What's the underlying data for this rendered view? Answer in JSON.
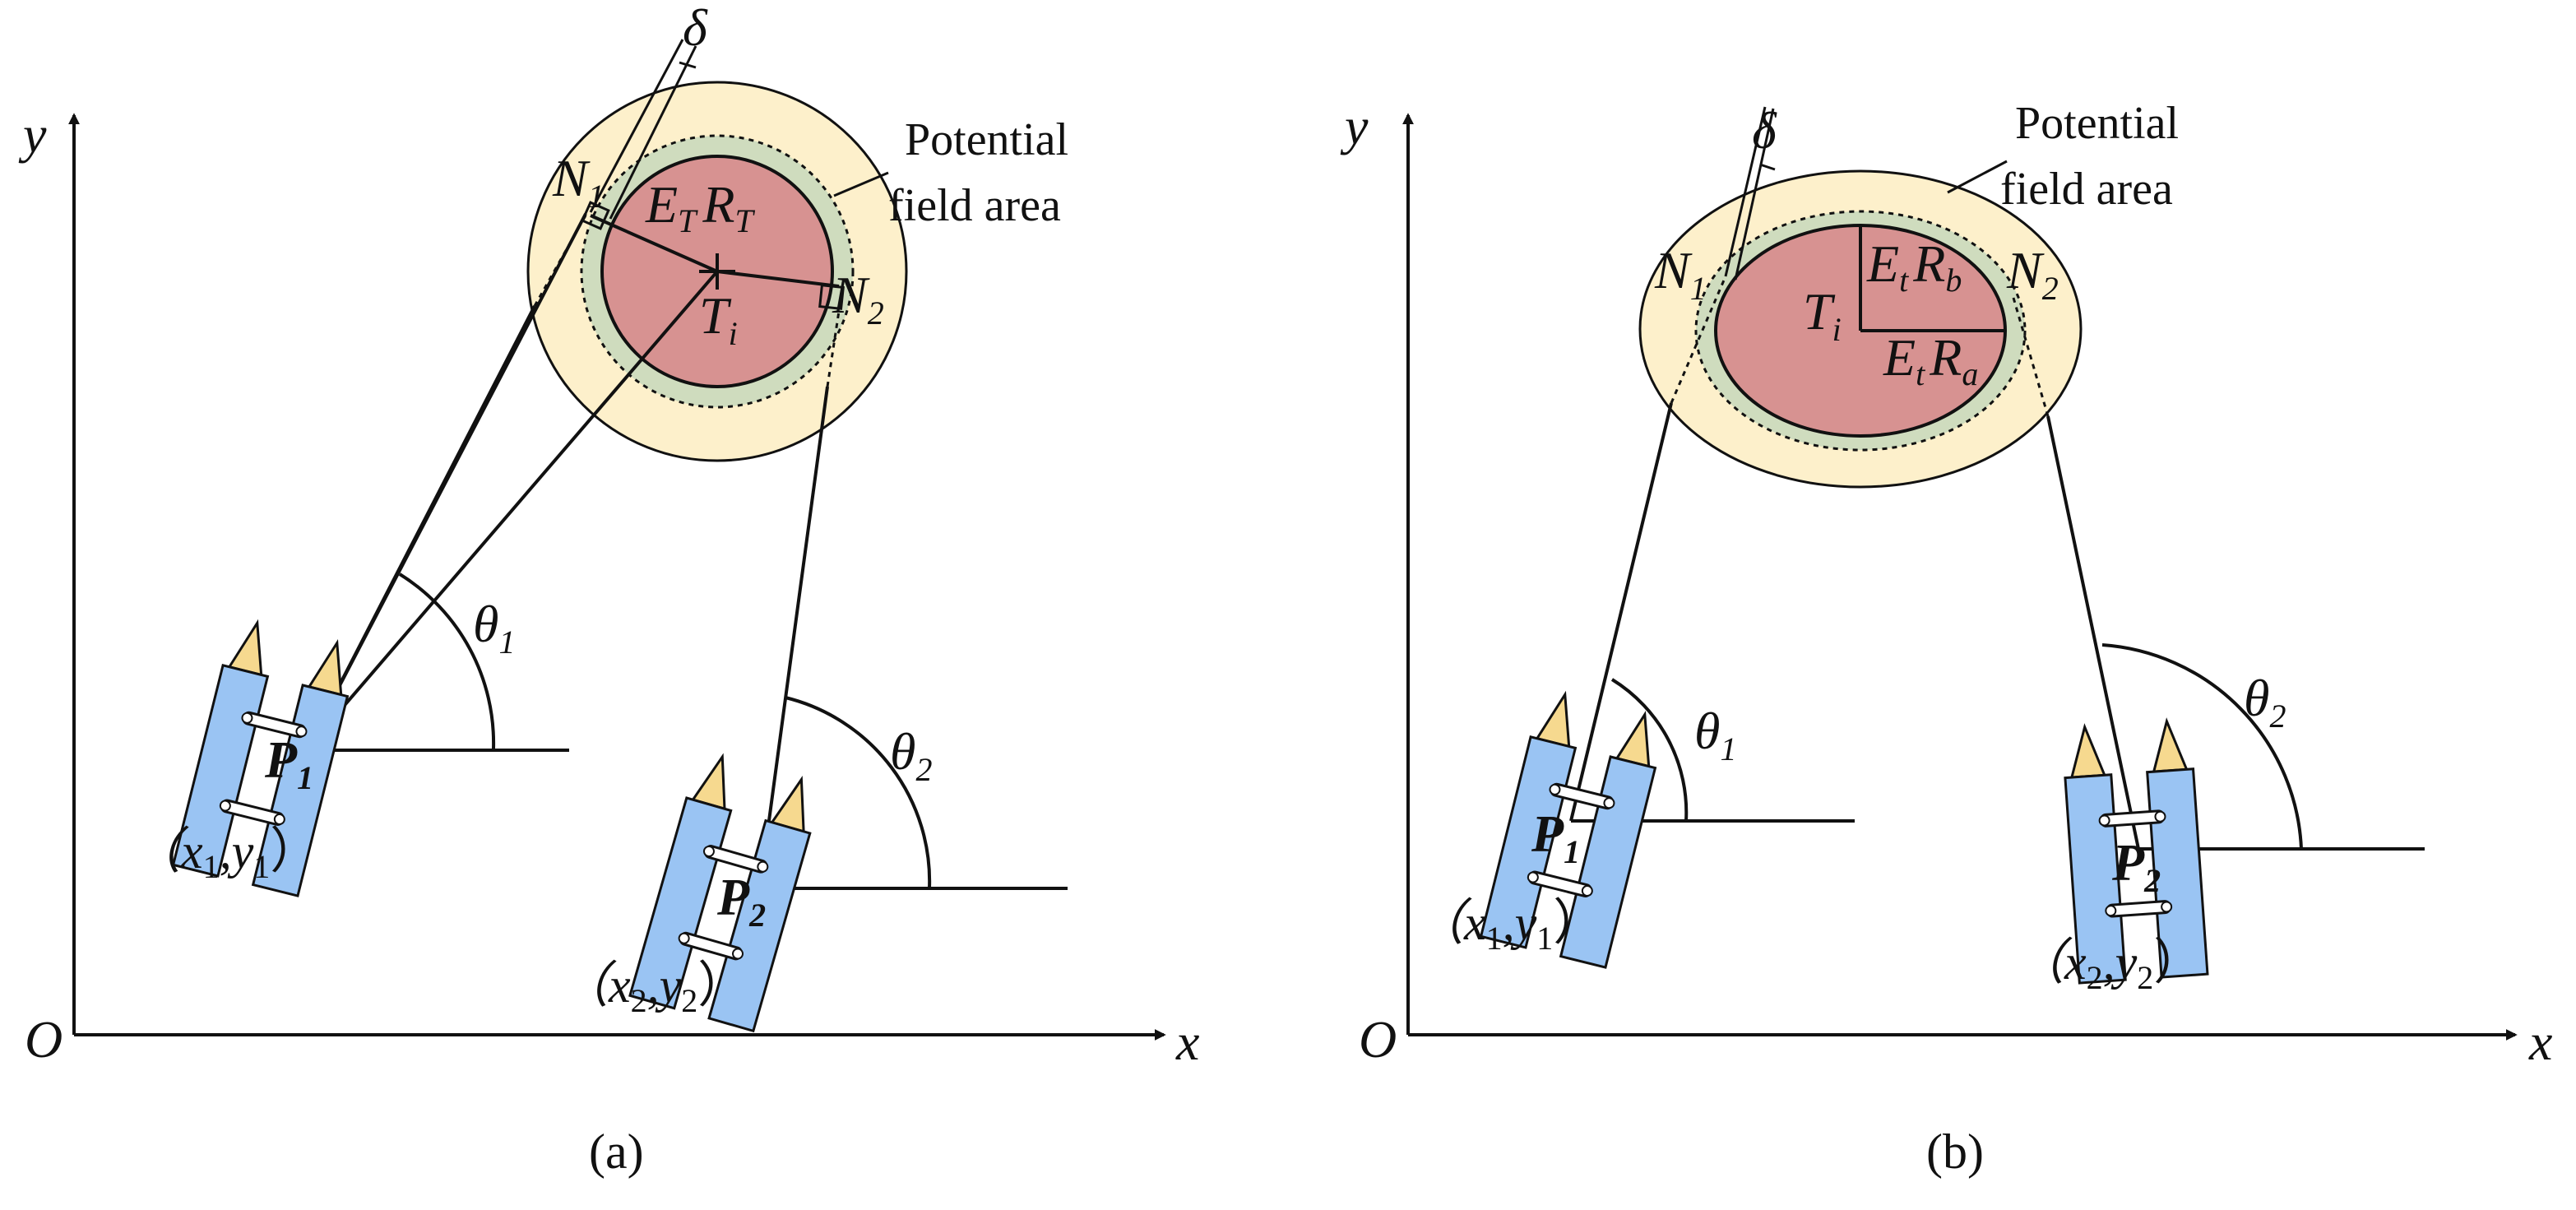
{
  "colors": {
    "field": "#fdf0cb",
    "band": "#cfdcbe",
    "target": "#d79291",
    "vehicle": "#9ac4f3",
    "nose": "#f6d98f",
    "line": "#111111"
  },
  "panel_a": {
    "caption": "(a)",
    "axis_origin": "O",
    "axis_x": "x",
    "axis_y": "y",
    "potential_field_line1": "Potential",
    "potential_field_line2": "field area",
    "delta": "δ",
    "n1": "N",
    "n1_sub": "1",
    "n2": "N",
    "n2_sub": "2",
    "ti": "T",
    "ti_sub": "i",
    "radius_e": "E",
    "radius_e_sub": "T",
    "radius_r": "R",
    "radius_r_sub": "T",
    "theta1": "θ",
    "theta1_sub": "1",
    "theta2": "θ",
    "theta2_sub": "2",
    "p1": "P",
    "p1_sub": "1",
    "p2": "P",
    "p2_sub": "2",
    "coord1_open": "（x",
    "coord1_sub_a": "1",
    "coord1_mid": ",y",
    "coord1_sub_b": "1",
    "coord1_close": "）",
    "coord2_open": "（x",
    "coord2_sub_a": "2",
    "coord2_mid": ",y",
    "coord2_sub_b": "2",
    "coord2_close": "）"
  },
  "panel_b": {
    "caption": "(b)",
    "axis_origin": "O",
    "axis_x": "x",
    "axis_y": "y",
    "potential_field_line1": "Potential",
    "potential_field_line2": "field area",
    "delta": "δ",
    "n1": "N",
    "n1_sub": "1",
    "n2": "N",
    "n2_sub": "2",
    "ti": "T",
    "ti_sub": "i",
    "rb_e": "E",
    "rb_e_sub": "t",
    "rb_r": "R",
    "rb_r_sub": "b",
    "ra_e": "E",
    "ra_e_sub": "t",
    "ra_r": "R",
    "ra_r_sub": "a",
    "theta1": "θ",
    "theta1_sub": "1",
    "theta2": "θ",
    "theta2_sub": "2",
    "p1": "P",
    "p1_sub": "1",
    "p2": "P",
    "p2_sub": "2",
    "coord1_open": "（x",
    "coord1_sub_a": "1",
    "coord1_mid": ",y",
    "coord1_sub_b": "1",
    "coord1_close": "）",
    "coord2_open": "（x",
    "coord2_sub_a": "2",
    "coord2_mid": ",y",
    "coord2_sub_b": "2",
    "coord2_close": "）"
  }
}
